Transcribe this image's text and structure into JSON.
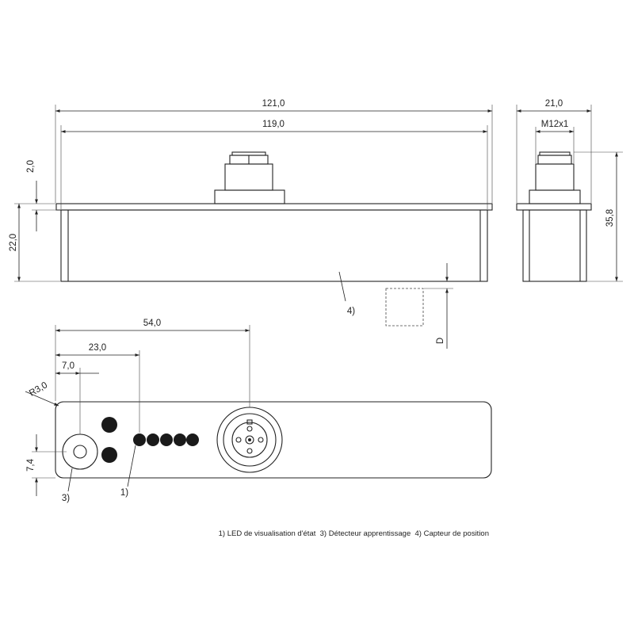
{
  "dimensions": {
    "overall_length": "121,0",
    "body_length": "119,0",
    "width": "21,0",
    "connector_thread": "M12x1",
    "flange_thickness": "2,0",
    "body_height": "22,0",
    "total_height": "35,8",
    "sensing_distance": "D",
    "connector_position": "54,0",
    "led_position": "23,0",
    "teach_position": "7,0",
    "corner_radius": "R3,0",
    "teach_offset": "7,4"
  },
  "callouts": {
    "led": "1)",
    "teach": "3)",
    "position_sensor": "4)"
  },
  "legend": "1) LED de visualisation d'état  3) Détecteur apprentissage  4) Capteur de position"
}
